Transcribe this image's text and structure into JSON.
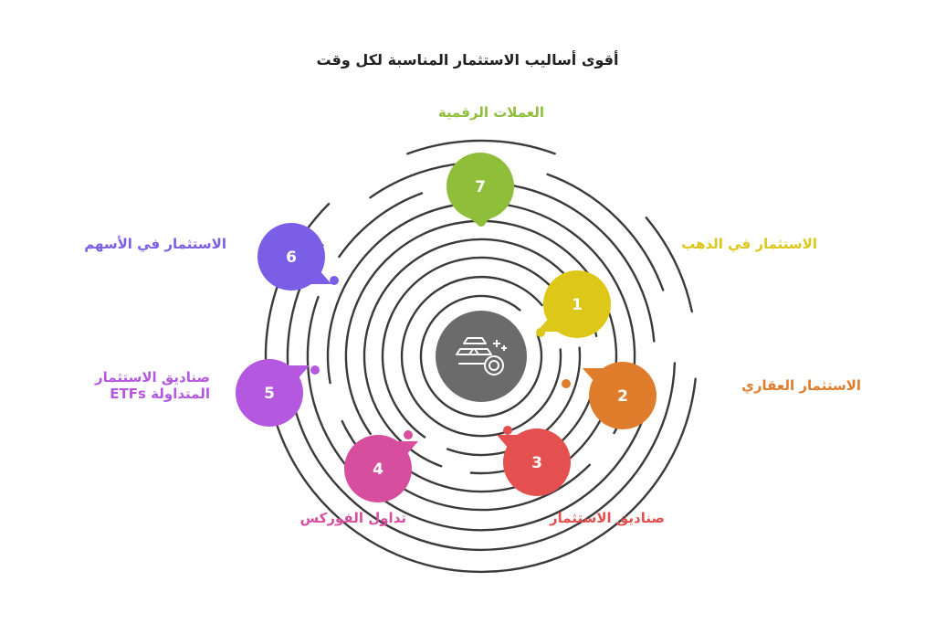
{
  "title": "أقوى أساليب الاستثمار المناسبة لكل وقت",
  "center": {
    "icon": "gold-bars-and-coins-icon",
    "color": "#6b6b6b"
  },
  "items": [
    {
      "number": "1",
      "label": "الاستثمار في الذهب",
      "color": "#ddc718"
    },
    {
      "number": "2",
      "label": "الاستثمار العقاري",
      "color": "#e07d2c"
    },
    {
      "number": "3",
      "label": "صناديق الاستثمار",
      "color": "#e44f4f"
    },
    {
      "number": "4",
      "label": "تداول الفوركس",
      "color": "#d84e9e"
    },
    {
      "number": "5",
      "label": "صناديق الاستثمار\nالمتداولة ETFs",
      "color": "#b458e0"
    },
    {
      "number": "6",
      "label": "الاستثمار في الأسهم",
      "color": "#7a5ee6"
    },
    {
      "number": "7",
      "label": "العملات الرقمية",
      "color": "#8fbe3a"
    }
  ]
}
